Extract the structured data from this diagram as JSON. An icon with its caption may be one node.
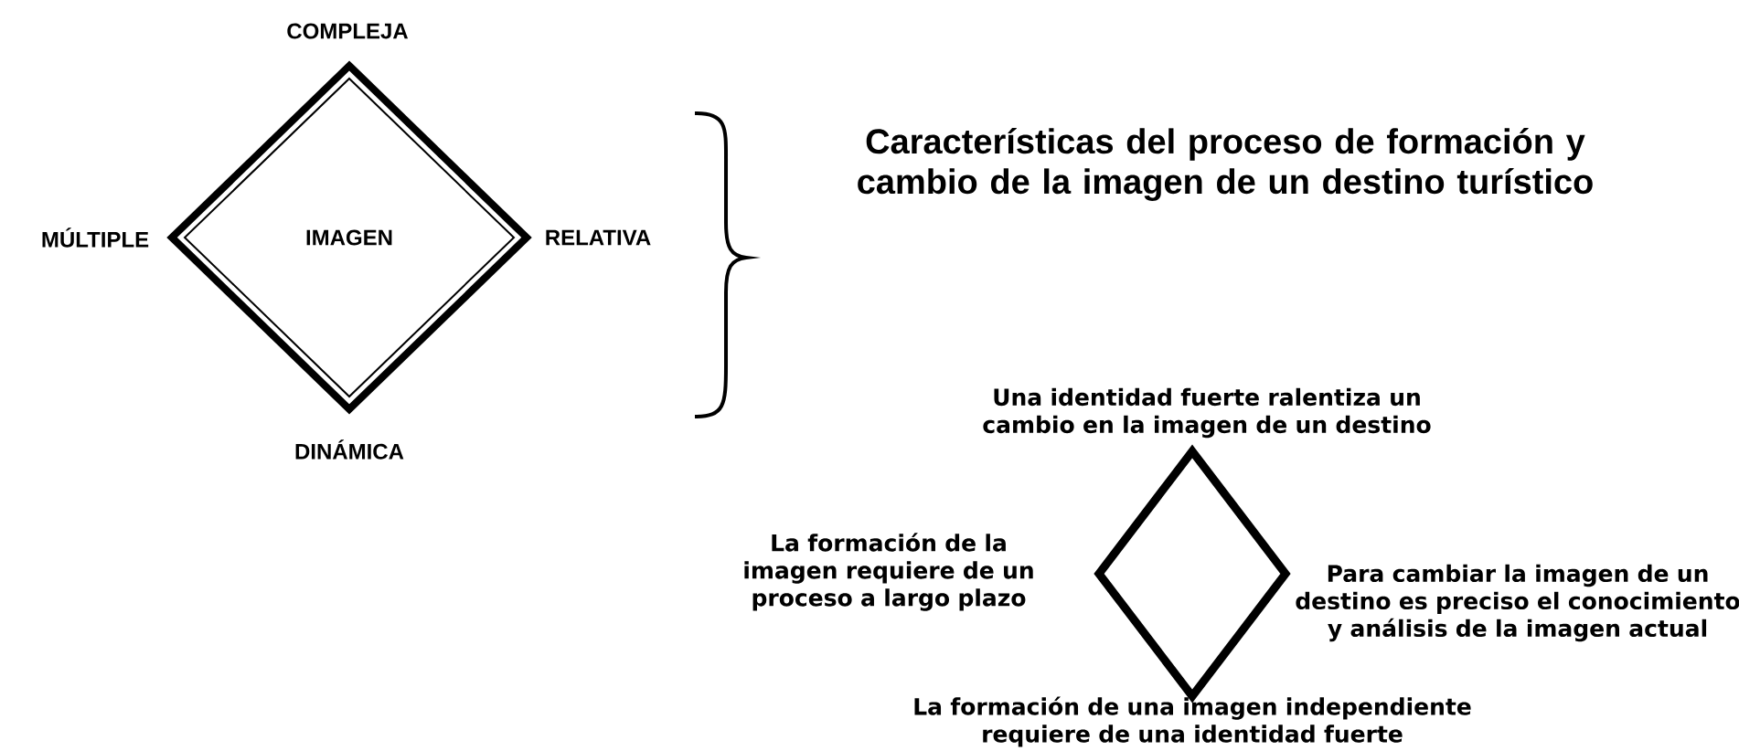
{
  "diagram": {
    "title": "Características del proceso de formación y cambio de la imagen de un destino turístico",
    "nodes": [
      {
        "text": [
          "IMAGEN"
        ],
        "beside": [
          "COMPLEJA",
          "MÚLTIPLE",
          "RELATIVA",
          "DINÁMICA"
        ]
      },
      {
        "text": [],
        "shape": "diamond",
        "beside": [
          "Una identidad fuerte ralentiza un cambio en la imagen de un destino",
          "La formación de la imagen requiere de un proceso a largo plazo",
          "Para cambiar la imagen de un destino es preciso el conocimiento y análisis de la imagen actual",
          "La formación de una imagen independiente requiere de una identidad fuerte"
        ]
      }
    ],
    "edges": []
  }
}
